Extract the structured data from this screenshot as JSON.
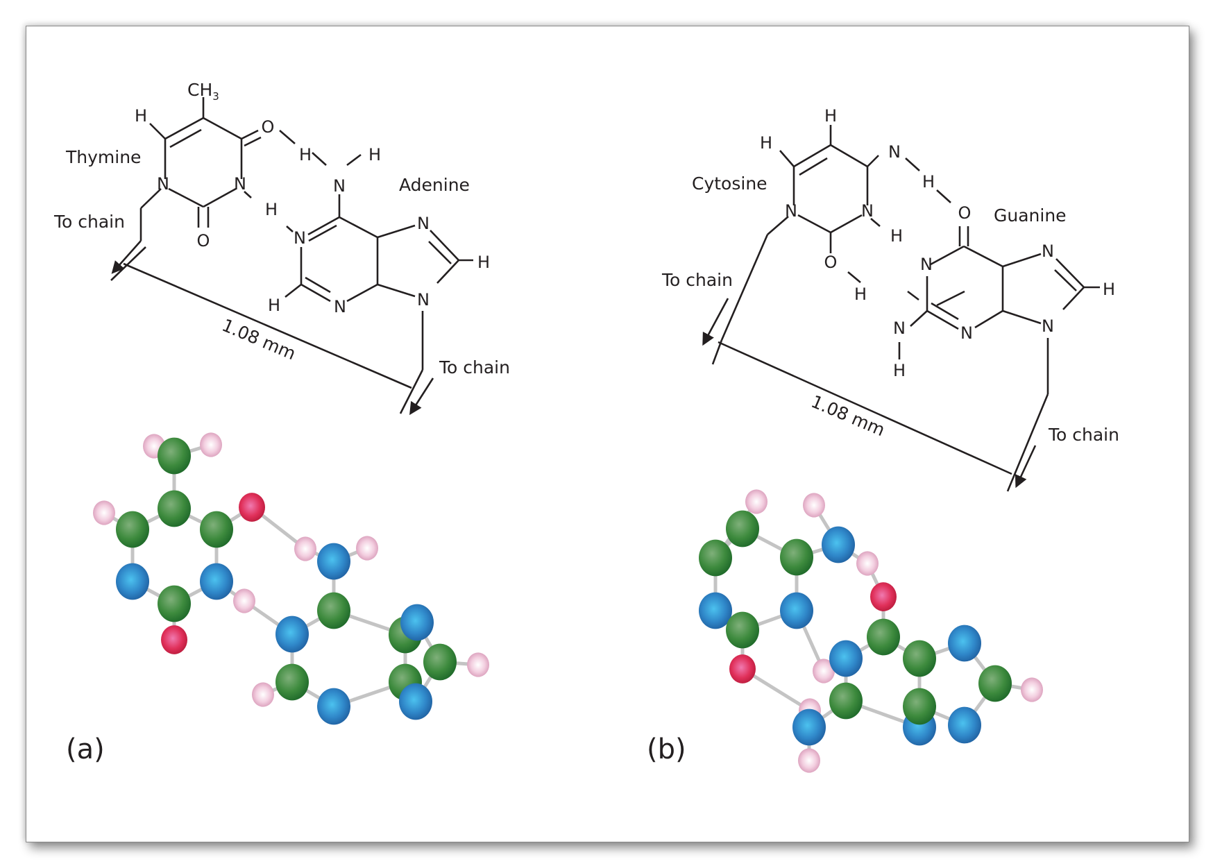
{
  "figure": {
    "panels": [
      {
        "id": "a",
        "label": "(a)",
        "base_left": "Thymine",
        "base_right": "Adenine",
        "chain_label_left": "To chain",
        "chain_label_right": "To chain",
        "distance": "1.08 mm",
        "methyl": {
          "main": "CH",
          "sub": "3"
        }
      },
      {
        "id": "b",
        "label": "(b)",
        "base_left": "Cytosine",
        "base_right": "Guanine",
        "chain_label_left": "To chain",
        "chain_label_right": "To chain",
        "distance": "1.08 mm"
      }
    ],
    "atom_symbols": {
      "H": "H",
      "N": "N",
      "O": "O"
    },
    "atom_colors": {
      "carbon": "#3a8a3a",
      "nitrogen": "#2f86c8",
      "oxygen": "#e0305a",
      "hydrogen": "#f3c6d8",
      "bond": "#c4c4c4",
      "line": "#231f20"
    }
  }
}
